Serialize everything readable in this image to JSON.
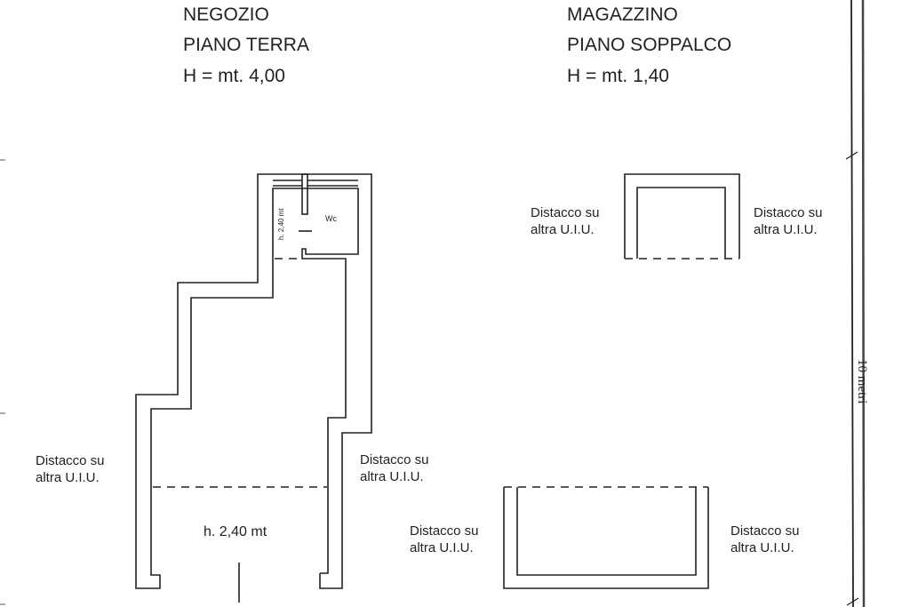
{
  "negozio": {
    "title": "NEGOZIO",
    "floor": "PIANO TERRA",
    "height": "H = mt. 4,00"
  },
  "magazzino": {
    "title": "MAGAZZINO",
    "floor": "PIANO SOPPALCO",
    "height": "H = mt. 1,40"
  },
  "labels": {
    "distacco_line1": "Distacco su",
    "distacco_line2": "altra U.I.U.",
    "wc": "Wc",
    "wc_height": "h. 2,40 mt",
    "room_height": "h. 2,40 mt"
  },
  "scale": {
    "label": "10 metri"
  }
}
